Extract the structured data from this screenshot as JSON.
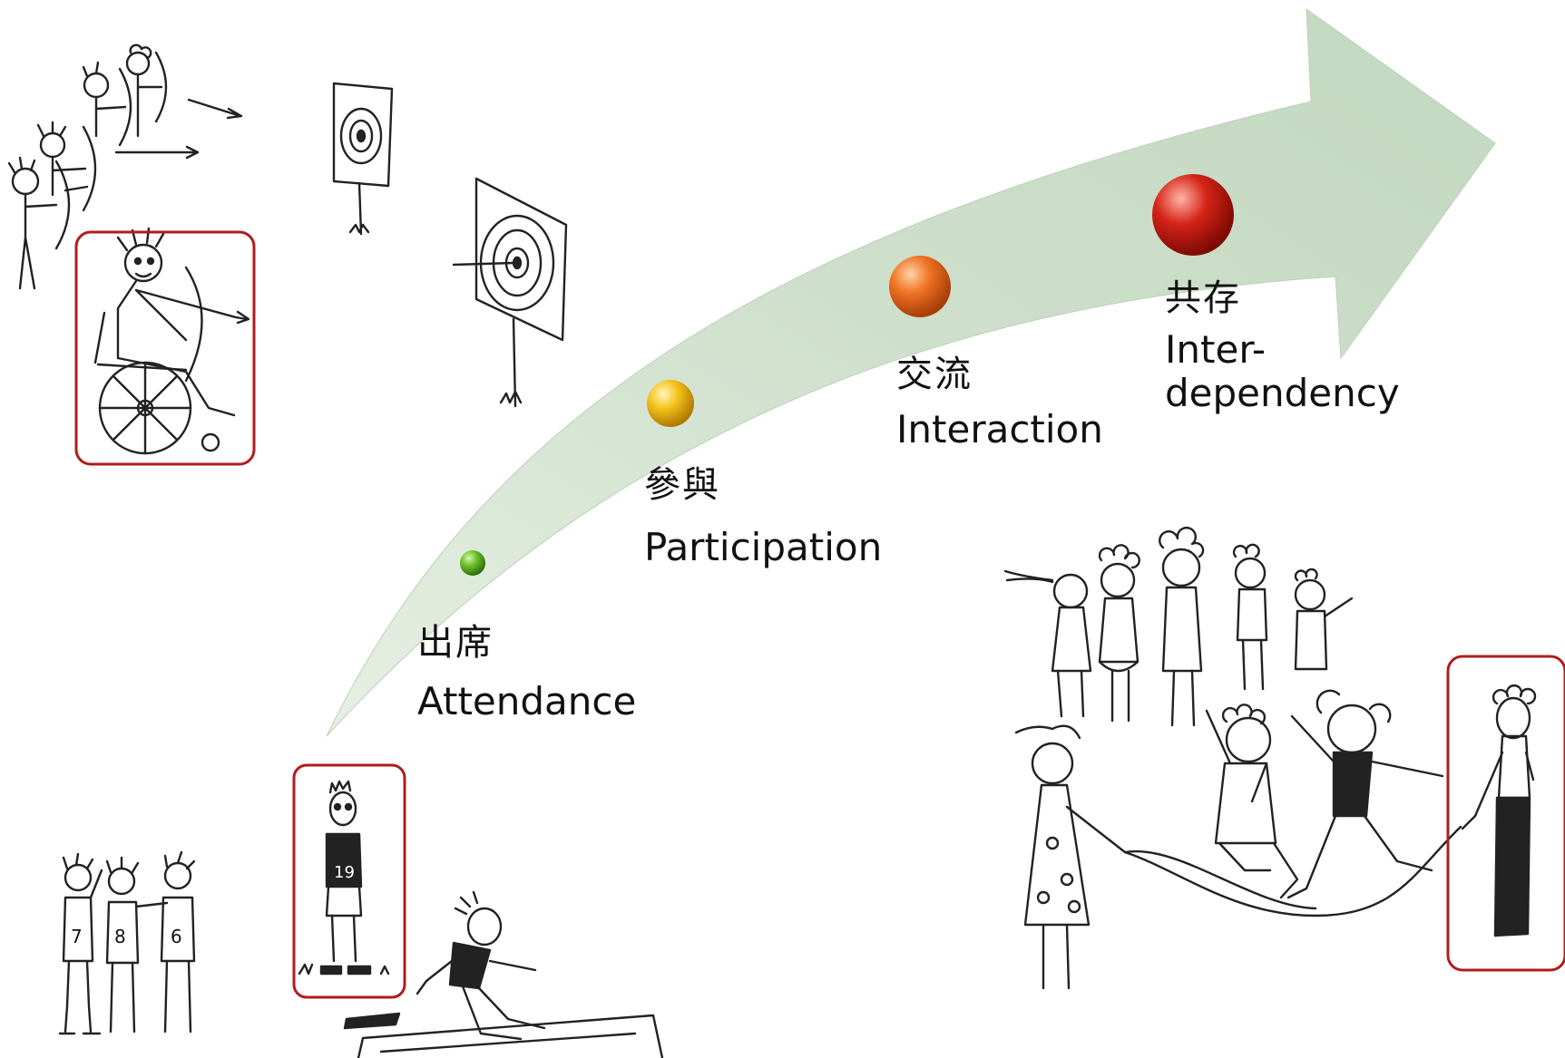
{
  "arrow": {
    "color": "#c9dcc6",
    "stroke": "#b5ccb1"
  },
  "stages": [
    {
      "zh": "出席",
      "en": "Attendance",
      "dot_color": "#4e9d1e"
    },
    {
      "zh": "參與",
      "en": "Participation",
      "dot_color": "#f0b400"
    },
    {
      "zh": "交流",
      "en": "Interaction",
      "dot_color": "#e8681a"
    },
    {
      "zh": "共存",
      "en_line1": "Inter-",
      "en_line2": "dependency",
      "dot_color": "#c8180e"
    }
  ],
  "highlight_color": "#b01c1c",
  "illustrations": [
    "archery-group-sketch",
    "wheelchair-archer-sketch",
    "archery-targets-sketch",
    "athletes-trio-sketch",
    "athlete-standing-sketch",
    "long-jumper-sketch",
    "children-jump-rope-sketch",
    "child-holding-rope-sketch"
  ]
}
